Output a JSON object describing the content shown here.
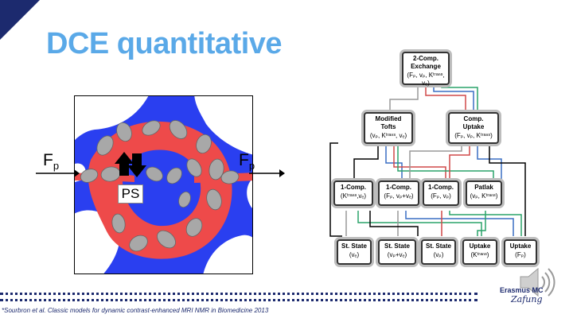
{
  "slide": {
    "title": "DCE quantitative",
    "footnote": "*Sourbron et al. Classic models for dynamic contrast-enhanced MRI NMR in Biomedicine 2013",
    "logo_text": "Erasmus MC",
    "logo_script": "Zafung"
  },
  "left_diagram": {
    "flow_in_label": "F",
    "flow_in_sub": "p",
    "flow_out_label": "F",
    "flow_out_sub": "p",
    "ps_label": "PS",
    "colors": {
      "plasma": "#ee4a4a",
      "interstitium": "#2a3ff0",
      "cell": "#a8a8a8"
    }
  },
  "model_tree": {
    "nodes": {
      "exchange": {
        "name1": "2-Comp.",
        "name2": "Exchange",
        "params": "(Fₚ, vₚ, Kᵗʳᵃⁿˢ, vₑ)"
      },
      "tofts": {
        "name1": "Modified",
        "name2": "Tofts",
        "params": "(vₚ, Kᵗʳᵃⁿˢ, vₑ)"
      },
      "uptake2": {
        "name1": "Comp.",
        "name2": "Uptake",
        "params": "(Fₚ, vₚ, Kᵗʳᵃⁿˢ)"
      },
      "c1a": {
        "name1": "1-Comp.",
        "params": "(Kᵗʳᵃⁿˢ,vₑ)"
      },
      "c1b": {
        "name1": "1-Comp.",
        "params": "(Fₚ, vₚ+vₑ)"
      },
      "c1c": {
        "name1": "1-Comp.",
        "params": "(Fₚ, vₚ)"
      },
      "patlak": {
        "name1": "Patlak",
        "params": "(vₚ, Kᵗʳᵃⁿˢ)"
      },
      "ss1": {
        "name1": "St. State",
        "params": "(vₑ)"
      },
      "ss2": {
        "name1": "St. State",
        "params": "(vₚ+vₑ)"
      },
      "ss3": {
        "name1": "St. State",
        "params": "(vₚ)"
      },
      "up1": {
        "name1": "Uptake",
        "params": "(Kᵗʳᵃⁿˢ)"
      },
      "up2": {
        "name1": "Uptake",
        "params": "(Fₚ)"
      }
    },
    "line_colors": [
      "#999999",
      "#d04848",
      "#3a6fc4",
      "#2aa36a",
      "#000000"
    ]
  }
}
